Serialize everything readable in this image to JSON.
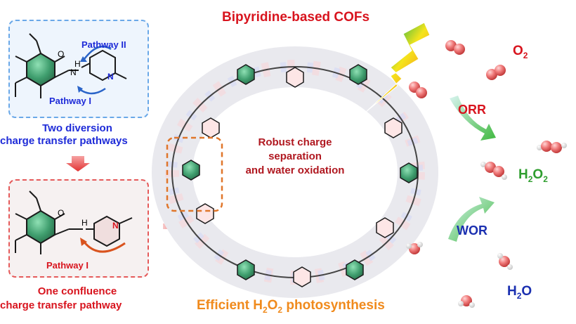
{
  "title": "Bipyridine-based COFs",
  "top_panel": {
    "pathway2_label": "Pathway II",
    "pathway1_label": "Pathway I",
    "atom_nh": "H",
    "atom_n_nh": "N",
    "atom_n_ring": "N",
    "atom_o": "O",
    "caption_line1": "Two diversion",
    "caption_line2": "charge transfer pathways"
  },
  "bottom_panel": {
    "pathway1_label": "Pathway I",
    "atom_h": "H",
    "atom_n": "N",
    "atom_o": "O",
    "caption_line1": "One confluence",
    "caption_line2": "charge transfer pathway"
  },
  "center_text": {
    "line1": "Robust charge",
    "line2": "separation",
    "line3": "and water oxidation"
  },
  "bottom_caption": {
    "prefix": "Efficient H",
    "sub": "2",
    "mid": "O",
    "sub2": "2",
    "suffix": " photosynthesis"
  },
  "right_side": {
    "o2": "O",
    "o2_sub": "2",
    "orr": "ORR",
    "h2o2_a": "H",
    "h2o2_sub1": "2",
    "h2o2_b": "O",
    "h2o2_sub2": "2",
    "wor": "WOR",
    "h2o_a": "H",
    "h2o_sub": "2",
    "h2o_b": "O"
  },
  "colors": {
    "title": "#d8141e",
    "caption_blue": "#1e2bd8",
    "caption_red": "#d8141e",
    "orange": "#f08a1c",
    "green": "#2f9e2f",
    "navy": "#1a2fb0",
    "hexagon_green": "#3f9e6e"
  }
}
